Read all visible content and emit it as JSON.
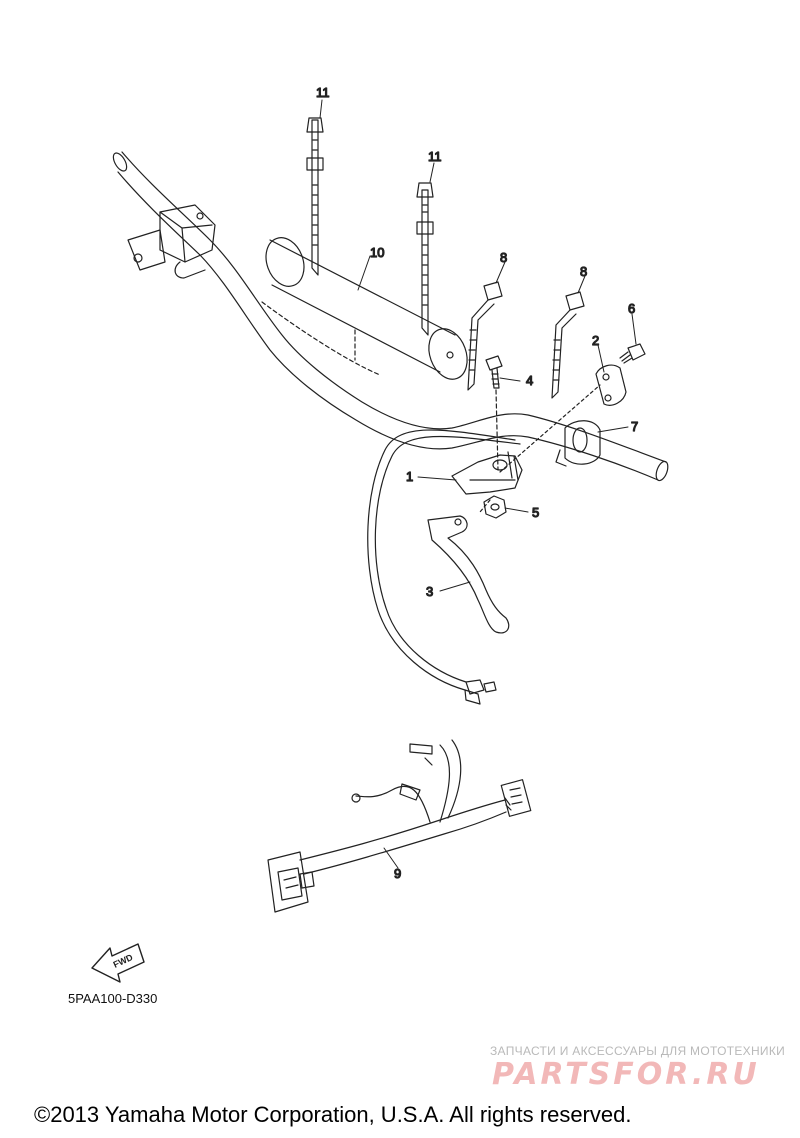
{
  "parts": {
    "p1": "1",
    "p2": "2",
    "p3": "3",
    "p4": "4",
    "p5": "5",
    "p6": "6",
    "p7": "7",
    "p8a": "8",
    "p8b": "8",
    "p9": "9",
    "p10": "10",
    "p11a": "11",
    "p11b": "11"
  },
  "fwd_label": "FWD",
  "diagram_code": "5PAA100-D330",
  "watermark": {
    "tagline": "ЗАПЧАСТИ И АКСЕССУАРЫ ДЛЯ МОТОТЕХНИКИ",
    "logo_text": "PARTSFOR.RU",
    "logo_color": "#f2b8b8"
  },
  "copyright": "©2013 Yamaha Motor Corporation, U.S.A. All rights reserved."
}
